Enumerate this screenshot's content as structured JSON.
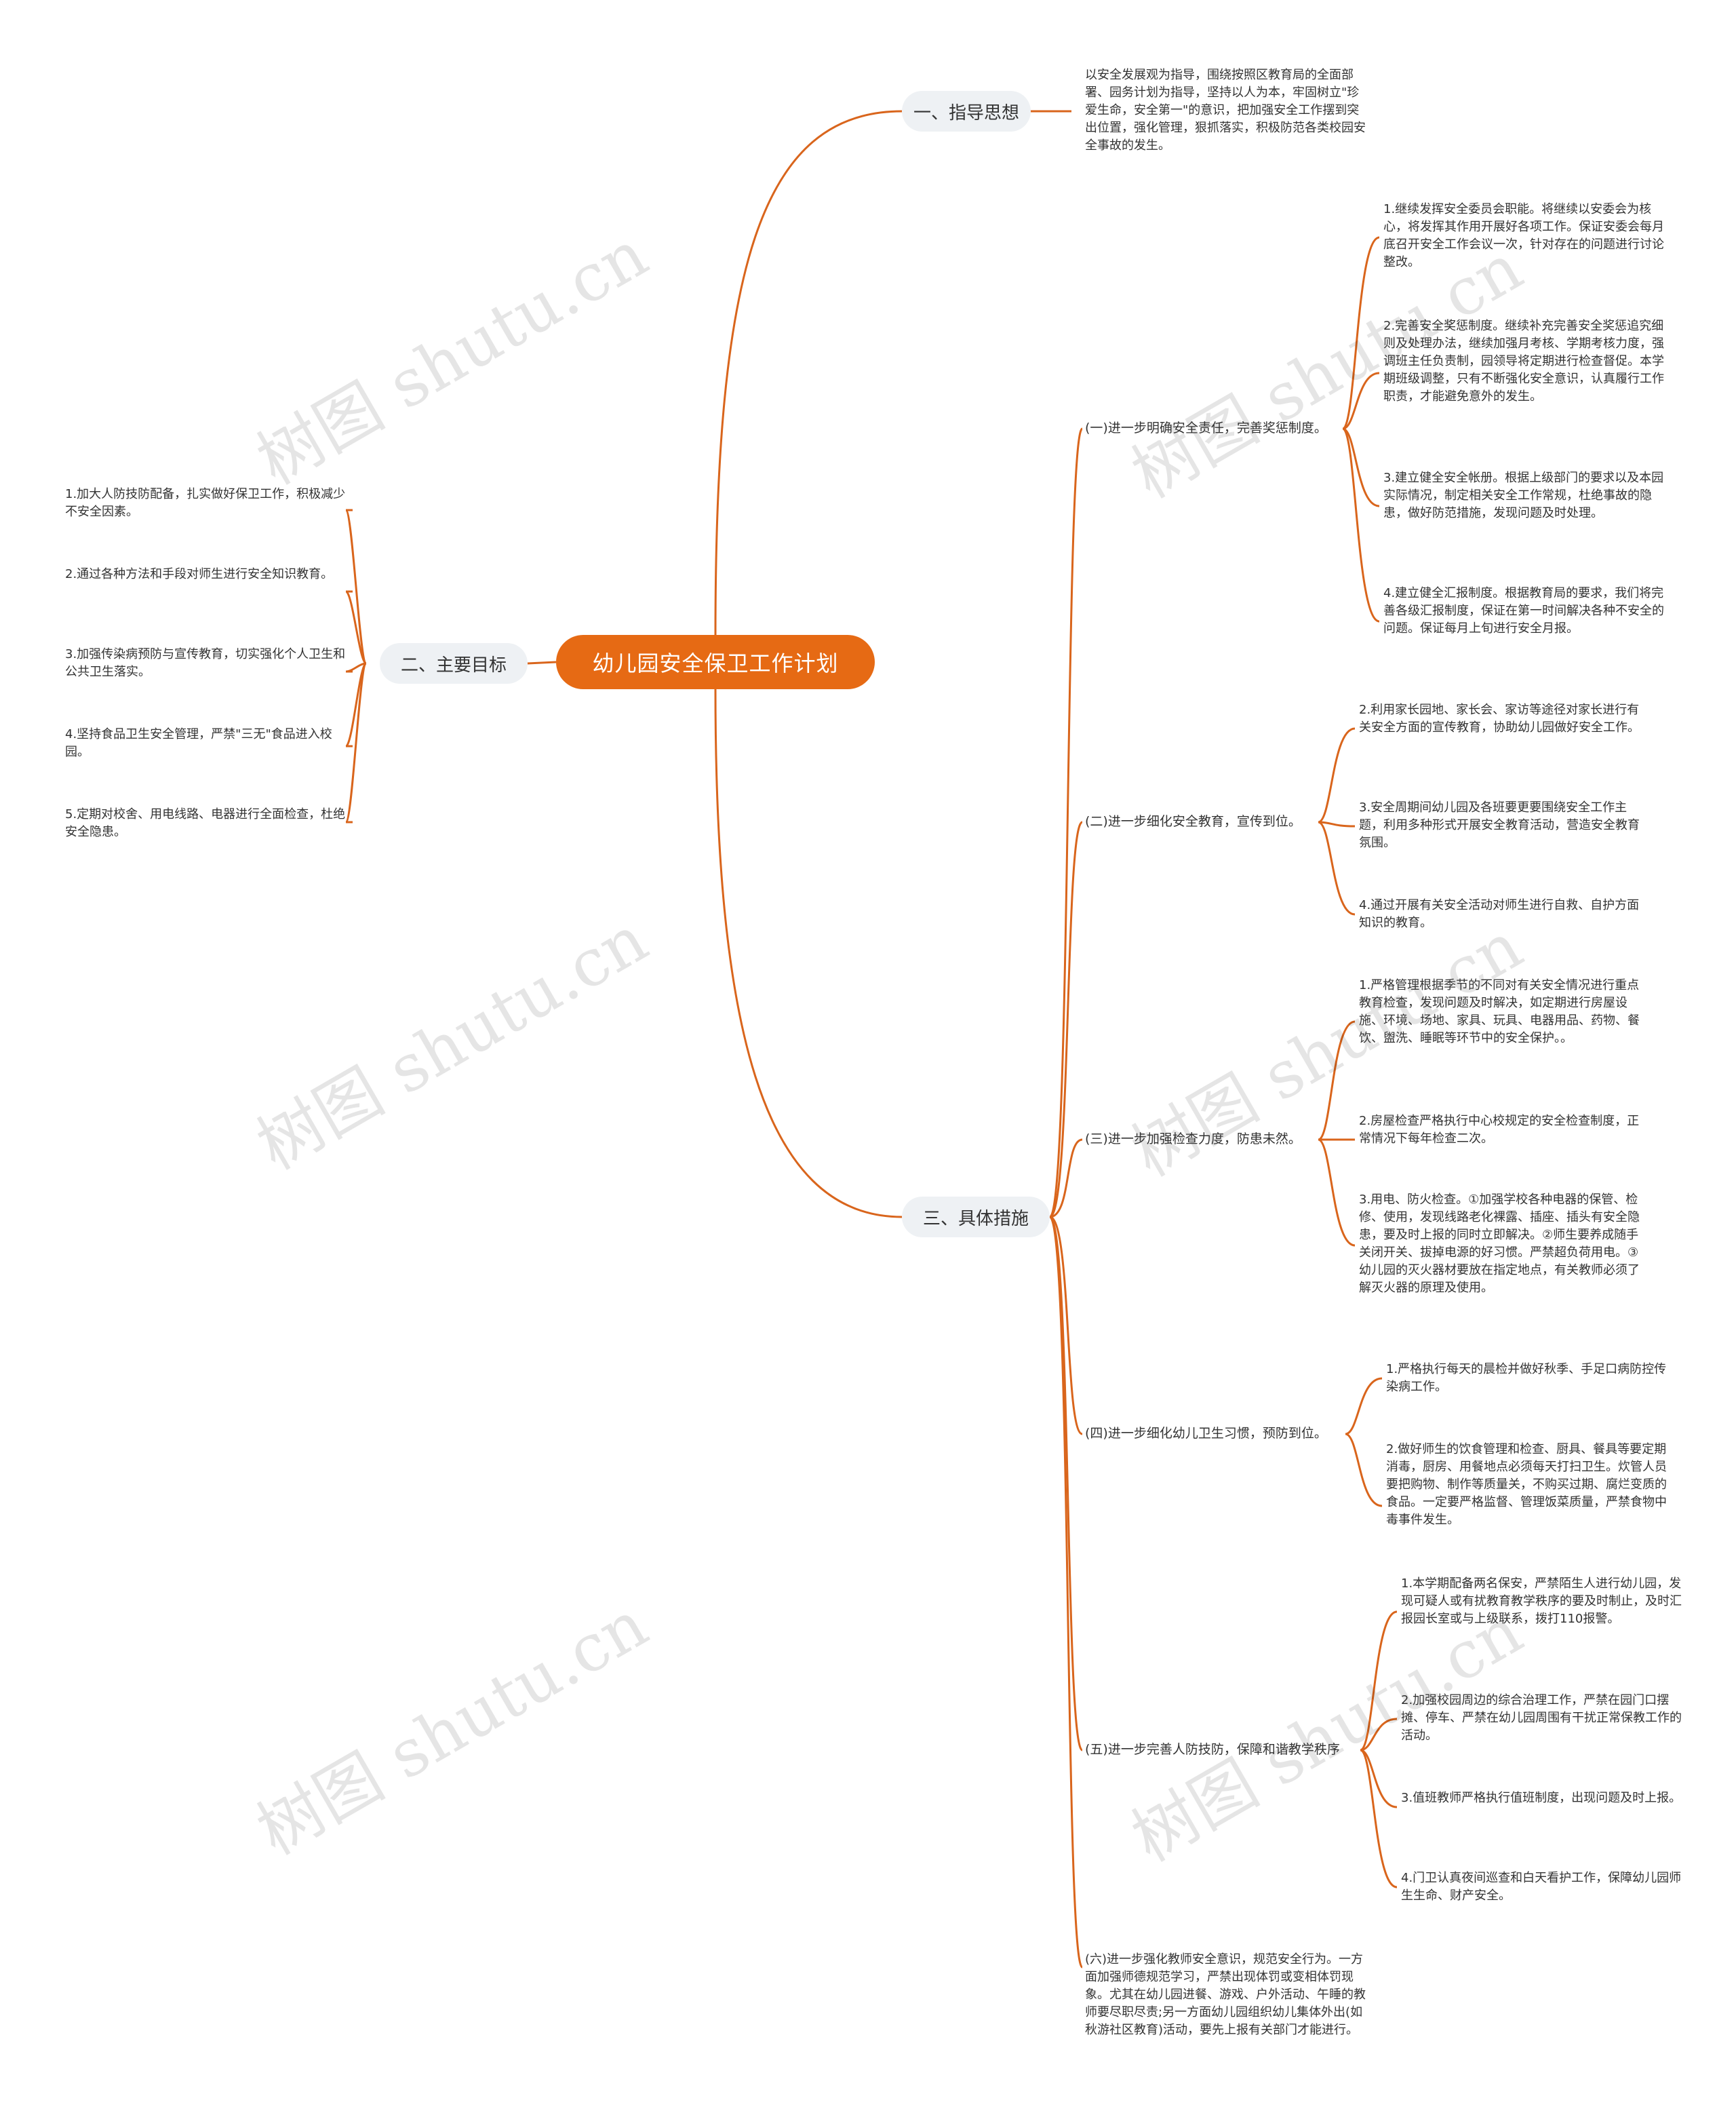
{
  "root": "幼儿园安全保卫工作计划",
  "branch1": {
    "title": "一、指导思想",
    "text": "以安全发展观为指导，围绕按照区教育局的全面部署、园务计划为指导，坚持以人为本，牢固树立\"珍爱生命，安全第一\"的意识，把加强安全工作摆到突出位置，强化管理，狠抓落实，积极防范各类校园安全事故的发生。"
  },
  "branch2": {
    "title": "二、主要目标",
    "items": [
      "1.加大人防技防配备，扎实做好保卫工作，积极减少不安全因素。",
      "2.通过各种方法和手段对师生进行安全知识教育。",
      "3.加强传染病预防与宣传教育，切实强化个人卫生和公共卫生落实。",
      "4.坚持食品卫生安全管理，严禁\"三无\"食品进入校园。",
      "5.定期对校舍、用电线路、电器进行全面检查，杜绝安全隐患。"
    ]
  },
  "branch3": {
    "title": "三、具体措施",
    "subs": [
      {
        "label": "(一)进一步明确安全责任，完善奖惩制度。",
        "items": [
          "1.继续发挥安全委员会职能。将继续以安委会为核心，将发挥其作用开展好各项工作。保证安委会每月底召开安全工作会议一次，针对存在的问题进行讨论整改。",
          "2.完善安全奖惩制度。继续补充完善安全奖惩追究细则及处理办法，继续加强月考核、学期考核力度，强调班主任负责制，园领导将定期进行检查督促。本学期班级调整，只有不断强化安全意识，认真履行工作职责，才能避免意外的发生。",
          "3.建立健全安全帐册。根据上级部门的要求以及本园实际情况，制定相关安全工作常规，杜绝事故的隐患，做好防范措施，发现问题及时处理。",
          "4.建立健全汇报制度。根据教育局的要求，我们将完善各级汇报制度，保证在第一时间解决各种不安全的问题。保证每月上旬进行安全月报。"
        ]
      },
      {
        "label": "(二)进一步细化安全教育，宣传到位。",
        "items": [
          "2.利用家长园地、家长会、家访等途径对家长进行有关安全方面的宣传教育，协助幼儿园做好安全工作。",
          "3.安全周期间幼儿园及各班要更要围绕安全工作主题，利用多种形式开展安全教育活动，营造安全教育氛围。",
          "4.通过开展有关安全活动对师生进行自救、自护方面知识的教育。"
        ]
      },
      {
        "label": "(三)进一步加强检查力度，防患未然。",
        "items": [
          "1.严格管理根据季节的不同对有关安全情况进行重点教育检查，发现问题及时解决，如定期进行房屋设施、环境、场地、家具、玩具、电器用品、药物、餐饮、盥洗、睡眠等环节中的安全保护。。",
          "2.房屋检查严格执行中心校规定的安全检查制度，正常情况下每年检查二次。",
          "3.用电、防火检查。①加强学校各种电器的保管、检修、使用，发现线路老化裸露、插座、插头有安全隐患，要及时上报的同时立即解决。②师生要养成随手关闭开关、拔掉电源的好习惯。严禁超负荷用电。③幼儿园的灭火器材要放在指定地点，有关教师必须了解灭火器的原理及使用。"
        ]
      },
      {
        "label": "(四)进一步细化幼儿卫生习惯，预防到位。",
        "items": [
          "1.严格执行每天的晨检并做好秋季、手足口病防控传染病工作。",
          "2.做好师生的饮食管理和检查、厨具、餐具等要定期消毒，厨房、用餐地点必须每天打扫卫生。炊管人员要把购物、制作等质量关，不购买过期、腐烂变质的食品。一定要严格监督、管理饭菜质量，严禁食物中毒事件发生。"
        ]
      },
      {
        "label": "(五)进一步完善人防技防，保障和谐教学秩序",
        "items": [
          "1.本学期配备两名保安，严禁陌生人进行幼儿园，发现可疑人或有扰教育教学秩序的要及时制止，及时汇报园长室或与上级联系，拨打110报警。",
          "2.加强校园周边的综合治理工作，严禁在园门口摆摊、停车、严禁在幼儿园周围有干扰正常保教工作的活动。",
          "3.值班教师严格执行值班制度，出现问题及时上报。",
          "4.门卫认真夜间巡查和白天看护工作，保障幼儿园师生生命、财产安全。"
        ]
      },
      {
        "label": "(六)进一步强化教师安全意识，规范安全行为。一方面加强师德规范学习，严禁出现体罚或变相体罚现象。尤其在幼儿园进餐、游戏、户外活动、午睡的教师要尽职尽责;另一方面幼儿园组织幼儿集体外出(如秋游社区教育)活动，要先上报有关部门才能进行。",
        "items": []
      }
    ]
  },
  "watermark": "树图 shutu.cn",
  "colors": {
    "root": "#e66a14",
    "line": "#d9651c",
    "pill": "#eef1f4"
  }
}
